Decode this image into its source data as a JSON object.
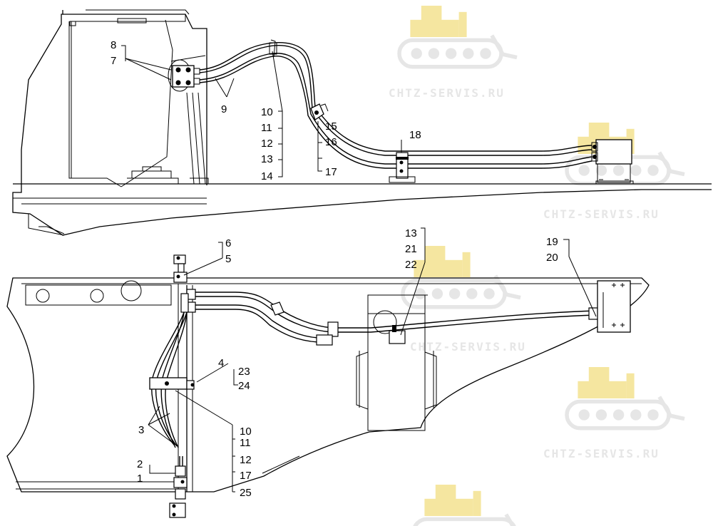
{
  "watermark": {
    "text": "CHTZ-SERVIS.RU",
    "icon": "bulldozer-logo-icon",
    "color_icon": "#f5e6a0",
    "color_track": "#e8e8e8",
    "color_text": "#e4e4e4"
  },
  "callouts_top": {
    "c8": "8",
    "c7": "7",
    "c9": "9",
    "c10": "10",
    "c11": "11",
    "c12": "12",
    "c13": "13",
    "c14": "14",
    "c15": "15",
    "c16": "16",
    "c17": "17",
    "c18": "18"
  },
  "callouts_bottom": {
    "c6": "6",
    "c5": "5",
    "c13": "13",
    "c21": "21",
    "c22": "22",
    "c19": "19",
    "c20": "20",
    "c4": "4",
    "c23": "23",
    "c24": "24",
    "c3": "3",
    "c2": "2",
    "c1": "1",
    "c10": "10",
    "c11": "11",
    "c12": "12",
    "c17": "17",
    "c25": "25"
  }
}
